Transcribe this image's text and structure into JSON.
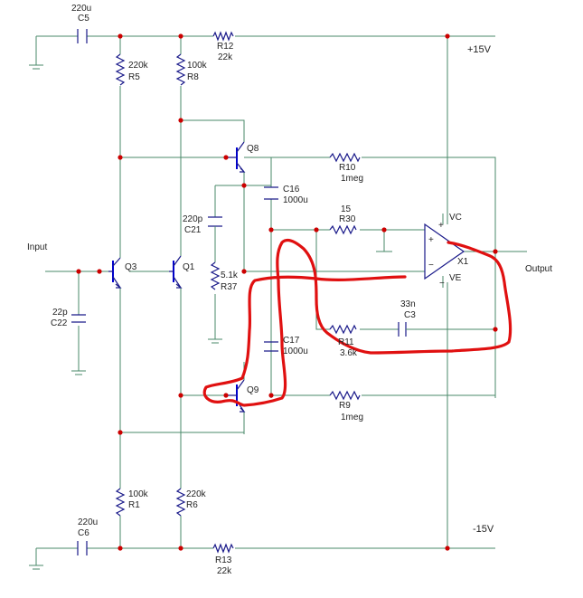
{
  "labels": {
    "c5_value": "220u",
    "c5_name": "C5",
    "r12_name": "R12",
    "r12_value": "22k",
    "supply_pos": "+15V",
    "r5_value": "220k",
    "r5_name": "R5",
    "r8_value": "100k",
    "r8_name": "R8",
    "q8": "Q8",
    "r10_name": "R10",
    "r10_value": "1meg",
    "c16_name": "C16",
    "c16_value": "1000u",
    "c21_value": "220p",
    "c21_name": "C21",
    "r30_value": "15",
    "r30_name": "R30",
    "vcc": "VC",
    "vee": "VE",
    "x1": "X1",
    "input": "Input",
    "output": "Output",
    "q3": "Q3",
    "q1": "Q1",
    "r37_value": "5.1k",
    "r37_name": "R37",
    "c22_value": "22p",
    "c22_name": "C22",
    "c3_value": "33n",
    "c3_name": "C3",
    "r11_name": "R11",
    "r11_value": "3.6k",
    "c17_name": "C17",
    "c17_value": "1000u",
    "q9": "Q9",
    "r9_name": "R9",
    "r9_value": "1meg",
    "r1_value": "100k",
    "r1_name": "R1",
    "r6_value": "220k",
    "r6_name": "R6",
    "c6_value": "220u",
    "c6_name": "C6",
    "supply_neg": "-15V",
    "r13_name": "R13",
    "r13_value": "22k"
  },
  "colors": {
    "wire": "#4a8a6a",
    "component": "#1a1a8a",
    "transistor": "#0000cc",
    "junction": "#cc0000",
    "annotation": "#e01010"
  }
}
